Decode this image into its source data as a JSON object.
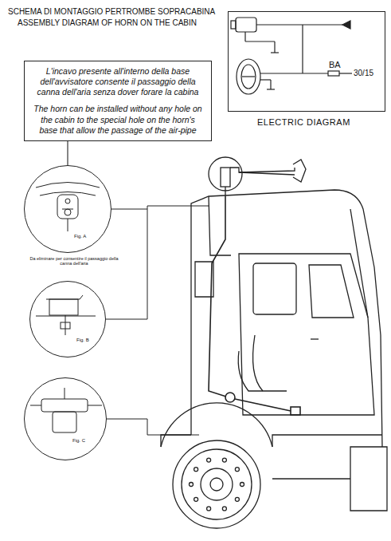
{
  "diagram": {
    "title": "SCHEMA DI MONTAGGIO PERTROMBE SOPRACABINA",
    "nodes": [
      {
        "text": [
          "L'incavo presente all'interno della base dell'avvisatore consente il passaggio della canna dell'aria senza dover forare la cabina",
          "The horn can be installed without any hole on the cabin to the special hole on the horn's base that allow the passage of the air-pipe"
        ]
      },
      {
        "text": [
          "ELECTRIC DIAGRAM"
        ]
      },
      {
        "text": [
          "Fig. A",
          "Da eliminare per consentire il passaggio della canna dell'aria"
        ]
      },
      {
        "text": [
          "Fig. B"
        ]
      },
      {
        "text": [
          "Fig. C"
        ]
      }
    ],
    "edges": [
      {
        "from": 0,
        "to": 2,
        "arrow": "none"
      }
    ],
    "labels": [
      "ASSEMBLY DIAGRAM OF HORN ON THE CABIN",
      "BA",
      "30/15"
    ]
  }
}
